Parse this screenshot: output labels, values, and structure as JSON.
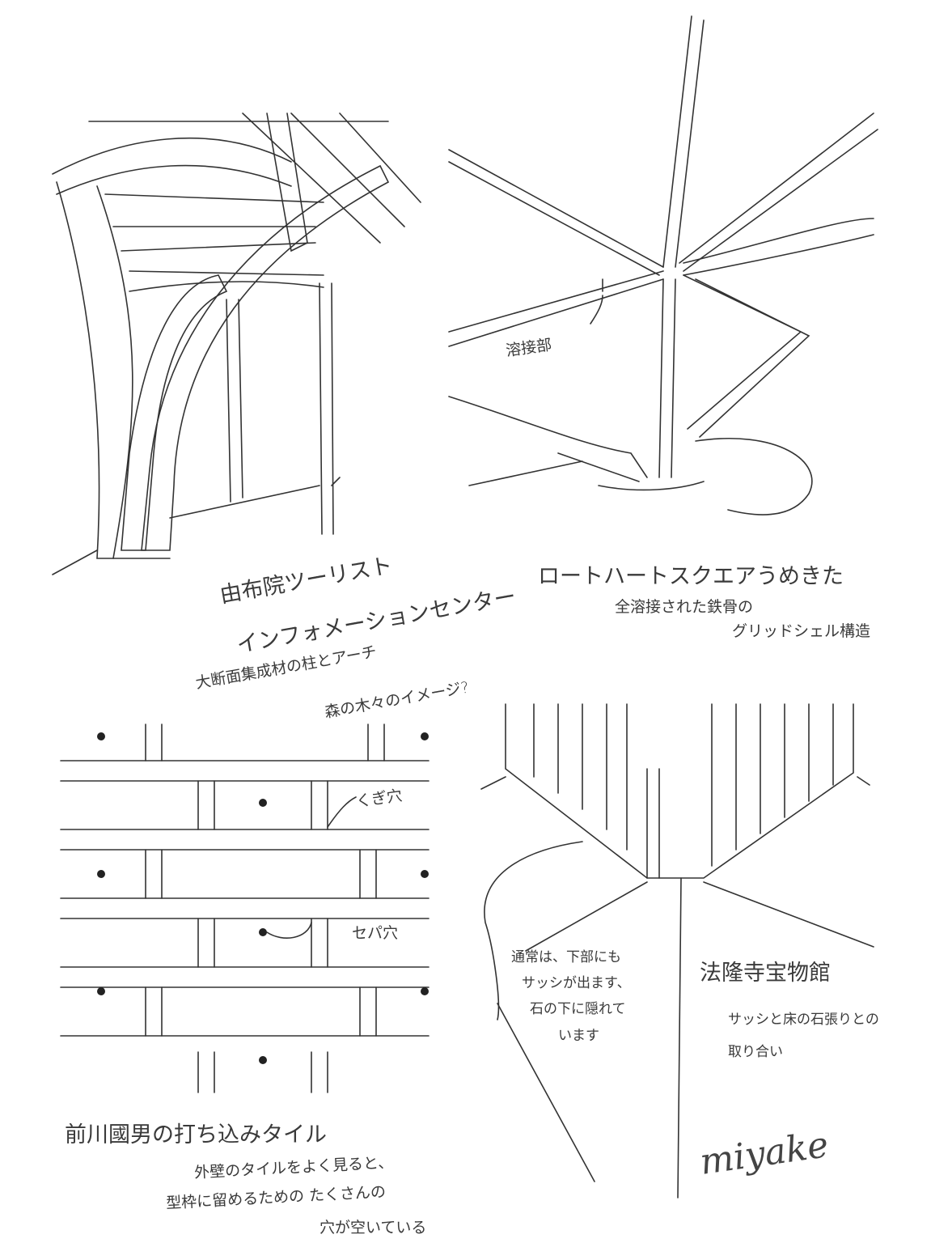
{
  "sketches": [
    {
      "title_line1": "由布院ツーリスト",
      "title_line2": "インフォメーションセンター",
      "note_line1": "大断面集成材の柱とアーチ",
      "note_line2": "森の木々のイメージ?"
    },
    {
      "title": "ロートハートスクエアうめきた",
      "note_line1": "全溶接された鉄骨の",
      "note_line2": "グリッドシェル構造",
      "callout": "溶接部"
    },
    {
      "title": "前川國男の打ち込みタイル",
      "note_line1": "外壁のタイルをよく見ると、",
      "note_line2": "型枠に留めるための たくさんの",
      "note_line3": "穴が空いている",
      "callout_nail": "くぎ穴",
      "callout_sepa": "セパ穴"
    },
    {
      "title": "法隆寺宝物館",
      "note_line1": "サッシと床の石張りとの",
      "note_line2": "取り合い",
      "callout_line1": "通常は、下部にも",
      "callout_line2": "サッシが出ます、",
      "callout_line3": "石の下に隠れて",
      "callout_line4": "います"
    }
  ],
  "signature": "miyake"
}
